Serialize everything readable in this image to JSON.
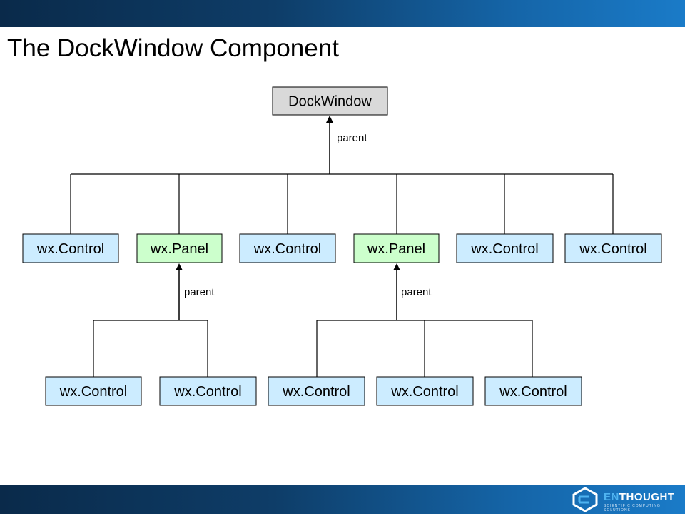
{
  "title": "The DockWindow Component",
  "colors": {
    "root_fill": "#d9d9d9",
    "control_fill": "#ccecff",
    "panel_fill": "#ccffcc",
    "stroke": "#000000",
    "bar_dark": "#0a2a4a",
    "bar_light": "#1a7bc8"
  },
  "nodes": [
    {
      "id": "root",
      "label": "DockWindow",
      "kind": "root"
    },
    {
      "id": "c1",
      "label": "wx.Control",
      "kind": "control"
    },
    {
      "id": "p1",
      "label": "wx.Panel",
      "kind": "panel"
    },
    {
      "id": "c2",
      "label": "wx.Control",
      "kind": "control"
    },
    {
      "id": "p2",
      "label": "wx.Panel",
      "kind": "panel"
    },
    {
      "id": "c3",
      "label": "wx.Control",
      "kind": "control"
    },
    {
      "id": "c4",
      "label": "wx.Control",
      "kind": "control"
    },
    {
      "id": "c5",
      "label": "wx.Control",
      "kind": "control"
    },
    {
      "id": "c6",
      "label": "wx.Control",
      "kind": "control"
    },
    {
      "id": "c7",
      "label": "wx.Control",
      "kind": "control"
    },
    {
      "id": "c8",
      "label": "wx.Control",
      "kind": "control"
    },
    {
      "id": "c9",
      "label": "wx.Control",
      "kind": "control"
    }
  ],
  "edges": [
    {
      "parent": "root",
      "children": [
        "c1",
        "p1",
        "c2",
        "p2",
        "c3",
        "c4"
      ],
      "label": "parent"
    },
    {
      "parent": "p1",
      "children": [
        "c5",
        "c6"
      ],
      "label": "parent"
    },
    {
      "parent": "p2",
      "children": [
        "c7",
        "c8",
        "c9"
      ],
      "label": "parent"
    }
  ],
  "logo": {
    "prefix": "EN",
    "suffix": "THOUGHT",
    "tagline": "SCIENTIFIC COMPUTING SOLUTIONS"
  }
}
